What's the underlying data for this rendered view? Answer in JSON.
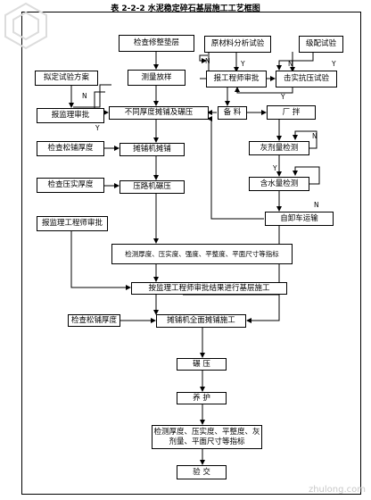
{
  "title": "表 2-2-2 水泥稳定碎石基层施工工艺框图",
  "nodes": {
    "check_subbase": "检查修整垫层",
    "survey_layout": "测量放样",
    "material_test": "原材料分析试验",
    "grading_test": "级配试验",
    "design_test_plan": "拟定试验方案",
    "report_engineer_approval": "报工程师审批",
    "compressive_test": "击实抗压试验",
    "report_supervisor_approval": "报监理审批",
    "diff_thickness_compact": "不同厚度摊铺及碾压",
    "batching": "备 料",
    "plant_mix": "厂 拌",
    "check_loose_thickness_1": "检查松铺厚度",
    "paver_laying": "摊铺机摊铺",
    "cement_content_test": "灰剂量检测",
    "check_compacted_thickness": "检查压实厚度",
    "roller_compact": "压路机碾压",
    "moisture_test": "含水量检测",
    "report_supervisor_engineer_approval": "报监理工程师审批",
    "dump_truck": "自卸车运输",
    "test_indicators_1": "检测厚度、压实度、强度、平整度、平面尺寸等指标",
    "construct_per_approval": "按监理工程师审批结果进行基层施工",
    "check_loose_thickness_2": "检查松铺厚度",
    "paver_full_laying": "摊铺机全面摊铺施工",
    "compaction": "碾 压",
    "curing": "养 护",
    "test_indicators_2": "检测厚度、压实度、平整度、灰剂量、平面尺寸等指标",
    "acceptance": "验 交"
  },
  "labels": {
    "n": "N",
    "y": "Y"
  },
  "watermark": "zhulong.com"
}
